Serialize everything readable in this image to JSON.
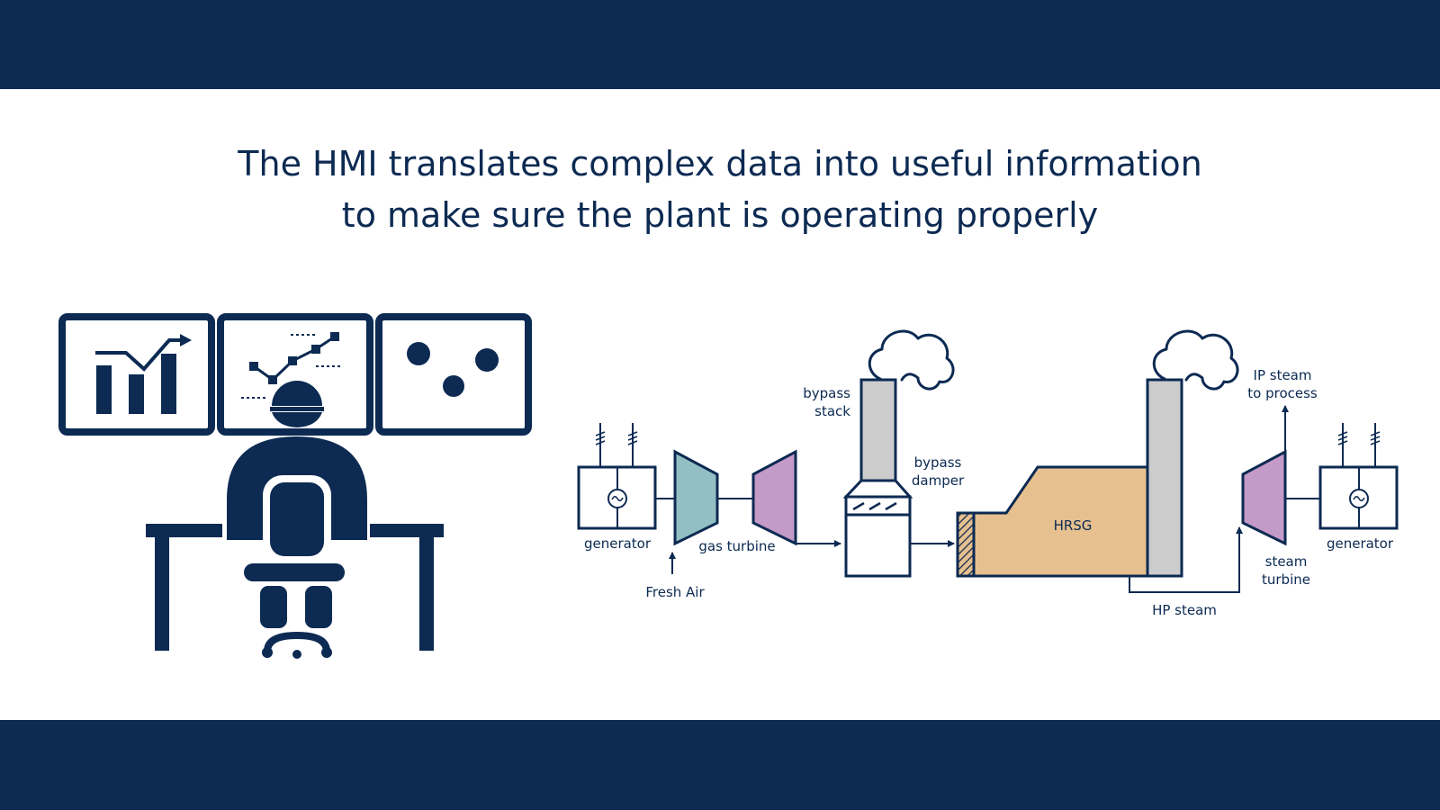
{
  "headline": {
    "line1": "The HMI translates complex data into useful information",
    "line2": "to make sure the plant is operating properly"
  },
  "diagram": {
    "labels": {
      "generator_left": "generator",
      "gas_turbine": "gas turbine",
      "fresh_air": "Fresh Air",
      "bypass_stack_1": "bypass",
      "bypass_stack_2": "stack",
      "bypass_damper_1": "bypass",
      "bypass_damper_2": "damper",
      "hrsg": "HRSG",
      "hp_steam": "HP steam",
      "ip_steam_1": "IP steam",
      "ip_steam_2": "to process",
      "steam_turbine_1": "steam",
      "steam_turbine_2": "turbine",
      "generator_right": "generator"
    }
  },
  "colors": {
    "navy": "#0c2a52",
    "gas_turbine_compressor": "#93bfc4",
    "turbine_purple": "#c49ac8",
    "hrsg_fill": "#e6c08e",
    "stack_gray": "#cccccc"
  }
}
